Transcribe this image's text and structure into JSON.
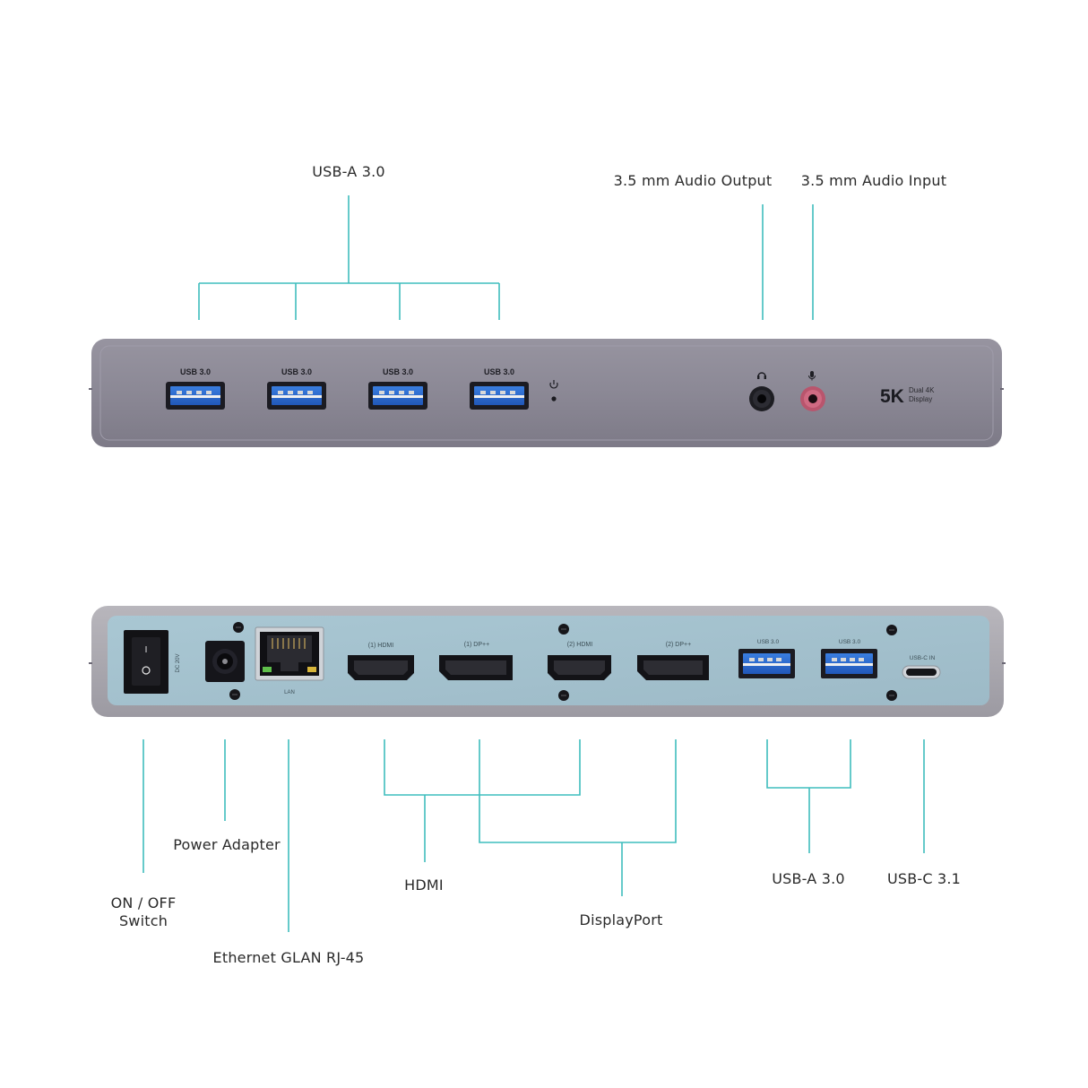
{
  "colors": {
    "callout_line": "#3fbdbd",
    "case_gray": "#8a8794",
    "case_gray_dark": "#76737f",
    "back_panel": "#a6c3cf",
    "usb_blue": "#2f6fd6",
    "audio_in_pink": "#c85f78"
  },
  "front_labels": {
    "usb_a": "USB-A 3.0",
    "audio_out": "3.5 mm Audio Output",
    "audio_in": "3.5 mm Audio Input"
  },
  "front_panel": {
    "usb_port_labels": [
      "USB 3.0",
      "USB 3.0",
      "USB 3.0",
      "USB 3.0"
    ],
    "badge_big": "5K",
    "badge_line1": "Dual 4K",
    "badge_line2": "Display"
  },
  "back_panel": {
    "dc_label": "DC 20V",
    "lan_label": "LAN",
    "hdmi1_label": "(1) HDMI",
    "dp1_label": "(1) DP++",
    "hdmi2_label": "(2) HDMI",
    "dp2_label": "(2) DP++",
    "usb_labels": [
      "USB 3.0",
      "USB 3.0"
    ],
    "usbc_label": "USB-C IN"
  },
  "back_labels": {
    "switch_line1": "ON / OFF",
    "switch_line2": "Switch",
    "power": "Power Adapter",
    "ethernet": "Ethernet GLAN RJ-45",
    "hdmi": "HDMI",
    "displayport": "DisplayPort",
    "usb_a": "USB-A 3.0",
    "usb_c": "USB-C 3.1"
  },
  "icons": [
    "power-led-icon",
    "headphone-icon",
    "microphone-icon"
  ]
}
